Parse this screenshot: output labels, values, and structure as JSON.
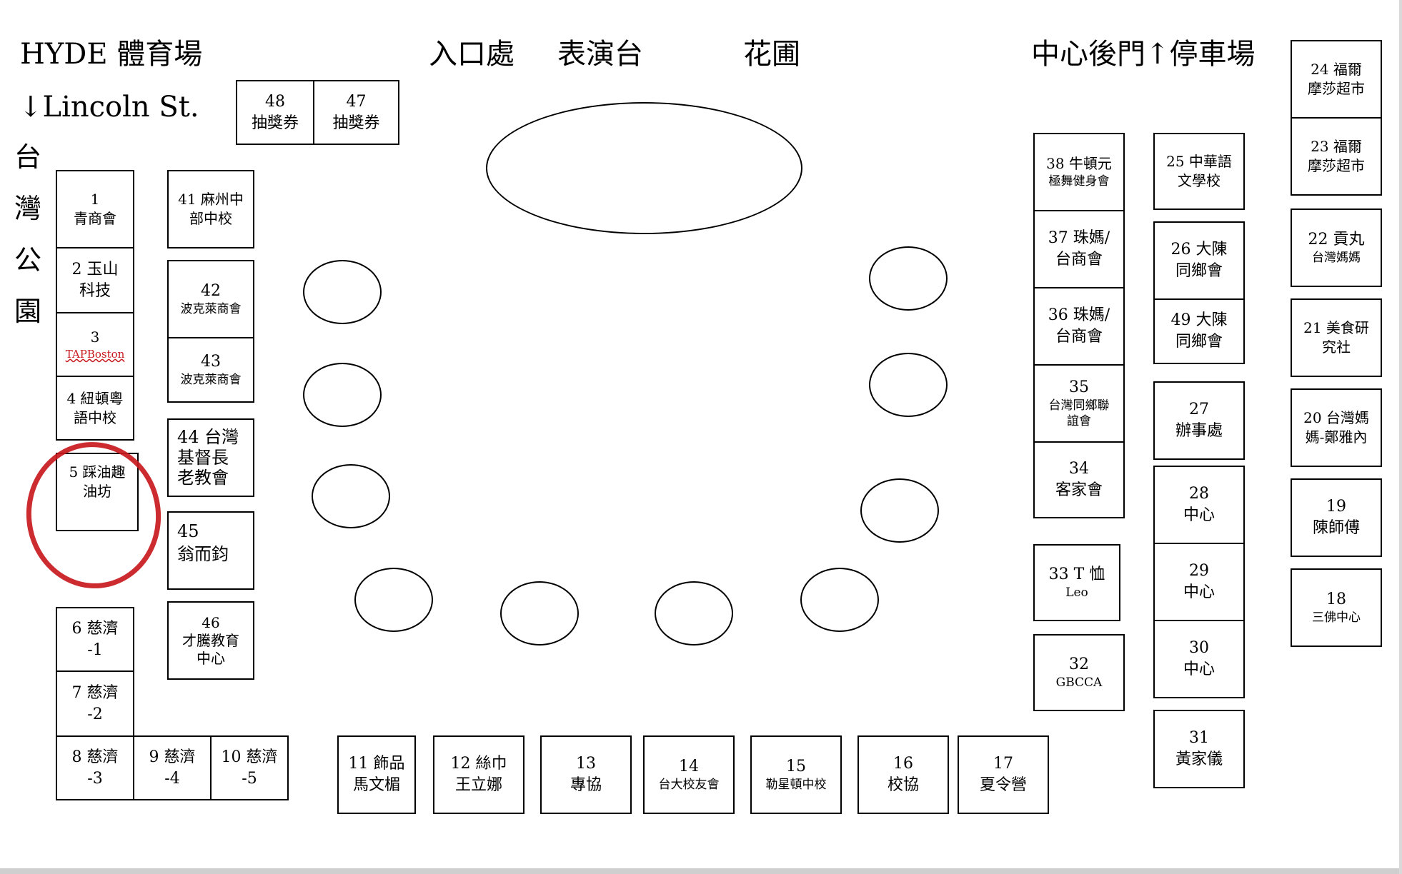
{
  "header": {
    "stadium": "HYDE 體育場",
    "street": "↓Lincoln St.",
    "entrance": "入口處",
    "stage": "表演台",
    "garden": "花圃",
    "back_parking": "中心後門↑停車場",
    "park": [
      "台",
      "灣",
      "公",
      "園"
    ]
  },
  "booths": {
    "b1": [
      "1",
      "青商會"
    ],
    "b2": [
      "2 玉山",
      "科技"
    ],
    "b3": [
      "3",
      "TAPBoston"
    ],
    "b4": [
      "4 紐頓粵",
      "語中校"
    ],
    "b5": [
      "5 踩油趣",
      "油坊"
    ],
    "b6": [
      "6 慈濟",
      "-1"
    ],
    "b7": [
      "7 慈濟",
      "-2"
    ],
    "b8": [
      "8 慈濟",
      "-3"
    ],
    "b9": [
      "9 慈濟",
      "-4"
    ],
    "b10": [
      "10 慈濟",
      "-5"
    ],
    "b11": [
      "11 飾品",
      "馬文楣"
    ],
    "b12": [
      "12 絲巾",
      "王立娜"
    ],
    "b13": [
      "13",
      "專協"
    ],
    "b14": [
      "14",
      "台大校友會"
    ],
    "b15": [
      "15",
      "勒星頓中校"
    ],
    "b16": [
      "16",
      "校協"
    ],
    "b17": [
      "17",
      "夏令營"
    ],
    "b18": [
      "18",
      "三佛中心"
    ],
    "b19": [
      "19",
      "陳師傅"
    ],
    "b20": [
      "20 台灣媽",
      "媽-鄭雅內"
    ],
    "b21": [
      "21 美食研",
      "究社"
    ],
    "b22": [
      "22 貢丸",
      "台灣媽媽"
    ],
    "b23": [
      "23 福爾",
      "摩莎超市"
    ],
    "b24": [
      "24 福爾",
      "摩莎超市"
    ],
    "b25": [
      "25 中華語",
      "文學校"
    ],
    "b26": [
      "26 大陳",
      "同鄉會"
    ],
    "b27": [
      "27",
      "辦事處"
    ],
    "b28": [
      "28",
      "中心"
    ],
    "b29": [
      "29",
      "中心"
    ],
    "b30": [
      "30",
      "中心"
    ],
    "b31": [
      "31",
      "黃家儀"
    ],
    "b32": [
      "32",
      "GBCCA"
    ],
    "b33": [
      "33 T 恤",
      "Leo"
    ],
    "b34": [
      "34",
      "客家會"
    ],
    "b35": [
      "35",
      "台灣同鄉聯",
      "誼會"
    ],
    "b36": [
      "36 珠媽/",
      "台商會"
    ],
    "b37": [
      "37 珠媽/",
      "台商會"
    ],
    "b38": [
      "38 牛頓元",
      "極舞健身會"
    ],
    "b41": [
      "41 麻州中",
      "部中校"
    ],
    "b42": [
      "42",
      "波克萊商會"
    ],
    "b43": [
      "43",
      "波克萊商會"
    ],
    "b44": [
      "44 台灣",
      "基督長",
      "老教會"
    ],
    "b45": [
      "45",
      "翁而鈞"
    ],
    "b46": [
      "46",
      "才騰教育",
      "中心"
    ],
    "b47": [
      "47",
      "抽獎券"
    ],
    "b48": [
      "48",
      "抽獎券"
    ],
    "b49": [
      "49 大陳",
      "同鄉會"
    ]
  },
  "highlight_color": "#c8191e"
}
